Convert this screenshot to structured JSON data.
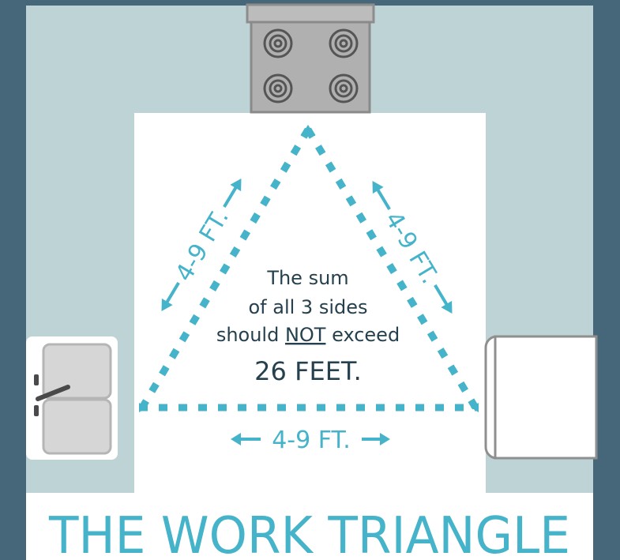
{
  "title": "THE WORK TRIANGLE",
  "side_labels": {
    "left": "4-9 FT.",
    "right": "4-9 FT.",
    "bottom": "4-9 FT."
  },
  "center_text": {
    "line1": "The sum",
    "line2": "of all 3 sides",
    "line3_pre": "should ",
    "line3_emph": "NOT",
    "line3_post": " exceed",
    "line4": "26 FEET."
  },
  "appliances": [
    "stove-icon",
    "sink-icon",
    "refrigerator-icon"
  ],
  "colors": {
    "frame": "#46677a",
    "room": "#bed3d6",
    "floor": "#ffffff",
    "accent": "#45b3c9",
    "text": "#26404e",
    "appliance": "#9a9a9a",
    "appliance_light": "#d9d9d9"
  }
}
